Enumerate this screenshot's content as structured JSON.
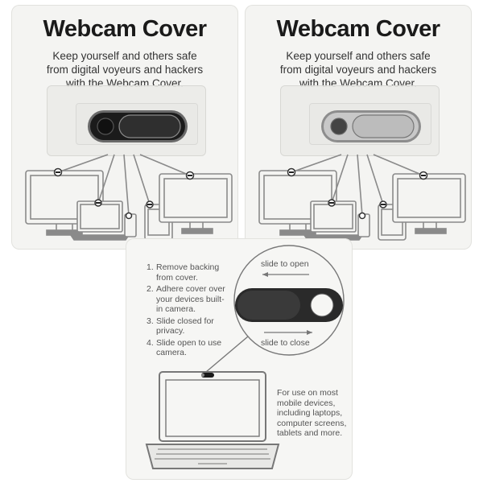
{
  "cards": [
    {
      "title": "Webcam Cover",
      "tagline": [
        "Keep yourself and others safe",
        "from digital voyeurs and hackers",
        "with the Webcam Cover."
      ],
      "cover_color": "#1b1b1b",
      "cover_rim": "#6a6a6a",
      "variant": "black"
    },
    {
      "title": "Webcam Cover",
      "tagline": [
        "Keep yourself and others safe",
        "from digital voyeurs and hackers",
        "with the Webcam Cover."
      ],
      "cover_color": "#bcbcbc",
      "cover_rim": "#8d8d8d",
      "variant": "silver"
    }
  ],
  "back_card": {
    "steps": [
      {
        "num": "1.",
        "text": "Remove backing from cover."
      },
      {
        "num": "2.",
        "text": "Adhere cover over your devices built-in camera."
      },
      {
        "num": "3.",
        "text": "Slide closed for privacy."
      },
      {
        "num": "4.",
        "text": "Slide open to use camera."
      }
    ],
    "slide_open": "slide to open",
    "slide_close": "slide to close",
    "mobile_note": "For use on most mobile devices, including laptops, computer screens, tablets and more."
  },
  "colors": {
    "card_bg": "#f4f4f2",
    "line_art": "#8a8a8a",
    "text_dark": "#1a1a1a"
  }
}
